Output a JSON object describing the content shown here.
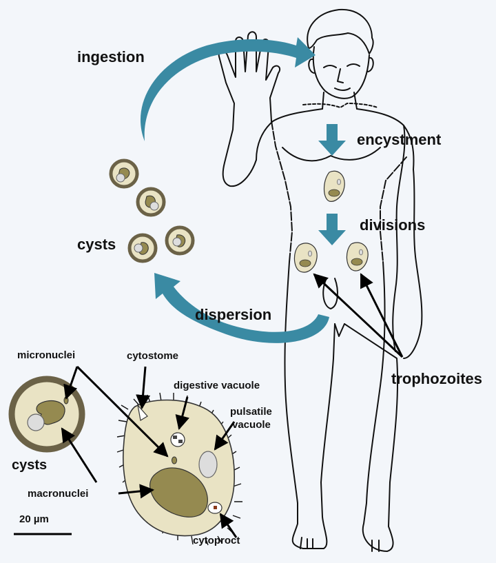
{
  "stages": {
    "ingestion": "ingestion",
    "encystment": "encystment",
    "divisions": "divisions",
    "dispersion": "dispersion",
    "cysts": "cysts",
    "trophozoites": "trophozoites"
  },
  "anatomy": {
    "micronuclei": "micronuclei",
    "macronuclei": "macronuclei",
    "cysts": "cysts",
    "cytostome": "cytostome",
    "digestive_vacuole": "digestive vacuole",
    "pulsatile_vacuole_line1": "pulsatile",
    "pulsatile_vacuole_line2": "vacuole",
    "cytoproct": "cytoproct"
  },
  "scale_bar": {
    "label": "20 µm"
  },
  "colors": {
    "background": "#f3f6fa",
    "arrow_teal": "#3a8aa3",
    "cyst_wall": "#6b6247",
    "cyst_fill": "#e9e3c4",
    "cell_fill": "#e9e3c4",
    "macronucleus": "#958a50",
    "vacuole": "#dddddd"
  }
}
